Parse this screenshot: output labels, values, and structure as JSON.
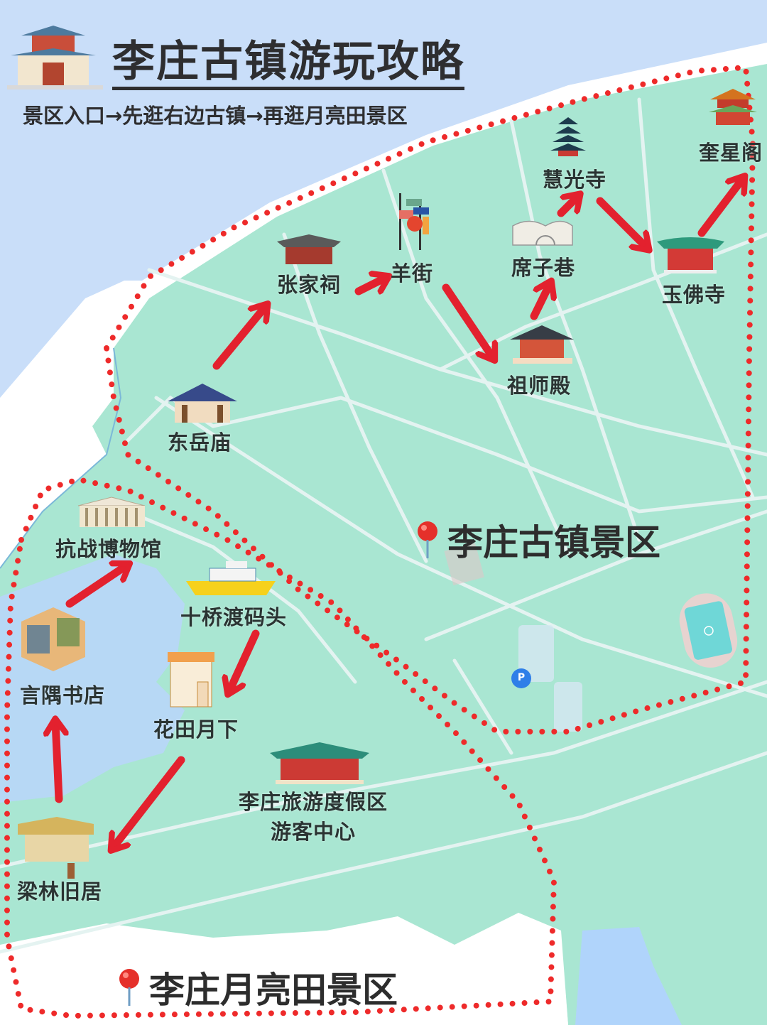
{
  "header": {
    "title": "李庄古镇游玩攻略",
    "subtitle": "景区入口→先逛右边古镇→再逛月亮田景区"
  },
  "areas": {
    "ancient_town": "李庄古镇景区",
    "moon_field": "李庄月亮田景区"
  },
  "route_town": [
    {
      "name": "东岳庙",
      "icon": "temple-icon"
    },
    {
      "name": "张家祠",
      "icon": "ancestral-hall-icon"
    },
    {
      "name": "羊街",
      "icon": "street-sign-icon"
    },
    {
      "name": "祖师殿",
      "icon": "palace-icon"
    },
    {
      "name": "席子巷",
      "icon": "moon-gate-icon"
    },
    {
      "name": "慧光寺",
      "icon": "pagoda-icon"
    },
    {
      "name": "玉佛寺",
      "icon": "temple-gate-icon"
    },
    {
      "name": "奎星阁",
      "icon": "pavilion-icon"
    }
  ],
  "route_moon": [
    {
      "name": "十桥渡码头",
      "icon": "ferry-icon"
    },
    {
      "name": "花田月下",
      "icon": "bakery-icon"
    },
    {
      "name": "梁林旧居",
      "icon": "thatched-house-icon"
    },
    {
      "name": "言隅书店",
      "icon": "bookstore-icon"
    },
    {
      "name": "抗战博物馆",
      "icon": "museum-icon"
    }
  ],
  "visitor_center": {
    "line1": "李庄旅游度假区",
    "line2": "游客中心"
  },
  "parking": "P",
  "colors": {
    "water": "#c9def9",
    "land": "#a9e6d2",
    "road": "#e4f3f1",
    "route_red": "#e3212e",
    "dotted": "#ee2a2a",
    "lake": "#b0d4fb"
  }
}
